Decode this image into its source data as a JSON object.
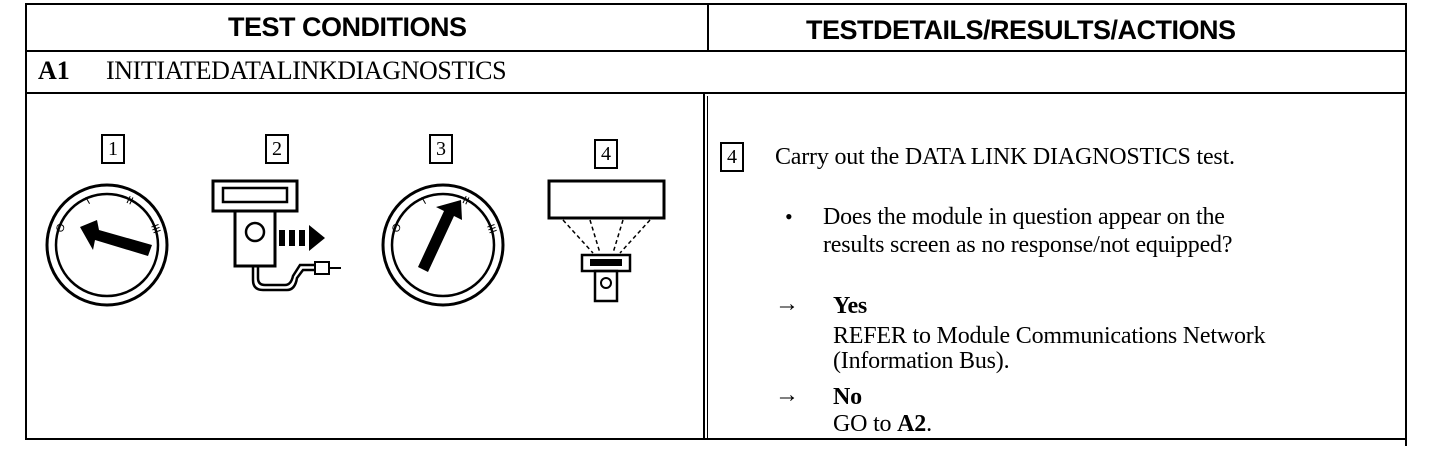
{
  "header": {
    "left_title": "TEST CONDITIONS",
    "right_title": "TESTDETAILS/RESULTS/ACTIONS"
  },
  "step": {
    "code": "A1",
    "title": "INITIATEDATALINKDIAGNOSTICS"
  },
  "illustrations": {
    "labels": [
      "1",
      "2",
      "3",
      "4"
    ],
    "key_marks": [
      "O",
      "I",
      "II",
      "III"
    ]
  },
  "details": {
    "ref_number": "4",
    "instruction": "Carry out the DATA LINK DIAGNOSTICS test.",
    "question_line1": "Does the module in question appear on the",
    "question_line2": "results screen as no response/not equipped?",
    "bullet": "•",
    "arrow": "→",
    "yes_label": "Yes",
    "yes_line1": "REFER to Module Communications Network",
    "yes_line2": "(Information Bus).",
    "no_label": "No",
    "no_prefix": "GO to ",
    "no_target": "A2",
    "no_suffix": "."
  }
}
